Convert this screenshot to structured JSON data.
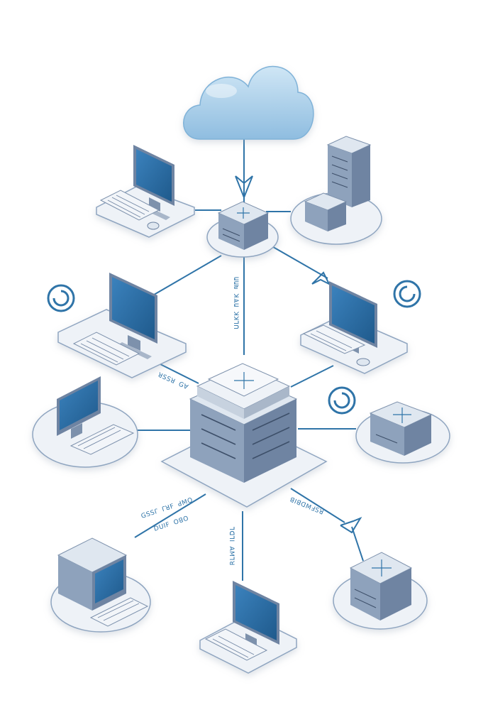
{
  "diagram": {
    "colors": {
      "line": "#2f74a8",
      "cloud": "#a9cde6",
      "platform": "#eef2f7",
      "device": "#7f93ad",
      "screen": "#2a6aa0"
    },
    "labels": {
      "vertical_top": "ԱԱԽ ꓘѦԱ ꓘꓘꓶꓵ",
      "left_mid": "ꓤꓢꓢꓤ ꓖꓯ",
      "lower_left_1": "ꓖꓢꓢꓩ ꓩꓤꓝ ꓒꓟꓳ",
      "lower_left_2": "ꓓꓴꓲꓝ ꓳꓭꓳ",
      "lower_right": "ꓭꓲꓭꓷꓟꓞꓢꓤ",
      "vertical_bottom": "ꓶꓷꓶꓲ ꓮꓟꓶꓤ"
    },
    "nodes": [
      {
        "id": "cloud",
        "icon": "cloud-icon"
      },
      {
        "id": "top-switch",
        "icon": "switch-icon"
      },
      {
        "id": "workstation-top-left",
        "icon": "desktop-icon"
      },
      {
        "id": "server-top-right",
        "icon": "server-tower-icon"
      },
      {
        "id": "workstation-mid-left",
        "icon": "desktop-icon"
      },
      {
        "id": "workstation-mid-right",
        "icon": "desktop-icon"
      },
      {
        "id": "central-server",
        "icon": "server-building-icon"
      },
      {
        "id": "workstation-left",
        "icon": "desktop-icon"
      },
      {
        "id": "router-right",
        "icon": "router-icon"
      },
      {
        "id": "pc-bottom-left",
        "icon": "desktop-tower-icon"
      },
      {
        "id": "workstation-bottom",
        "icon": "desktop-icon"
      },
      {
        "id": "switch-bottom-right",
        "icon": "switch-icon"
      }
    ],
    "decorations": [
      "wifi-icon-left",
      "wifi-icon-right-top",
      "wifi-icon-right-mid"
    ]
  }
}
